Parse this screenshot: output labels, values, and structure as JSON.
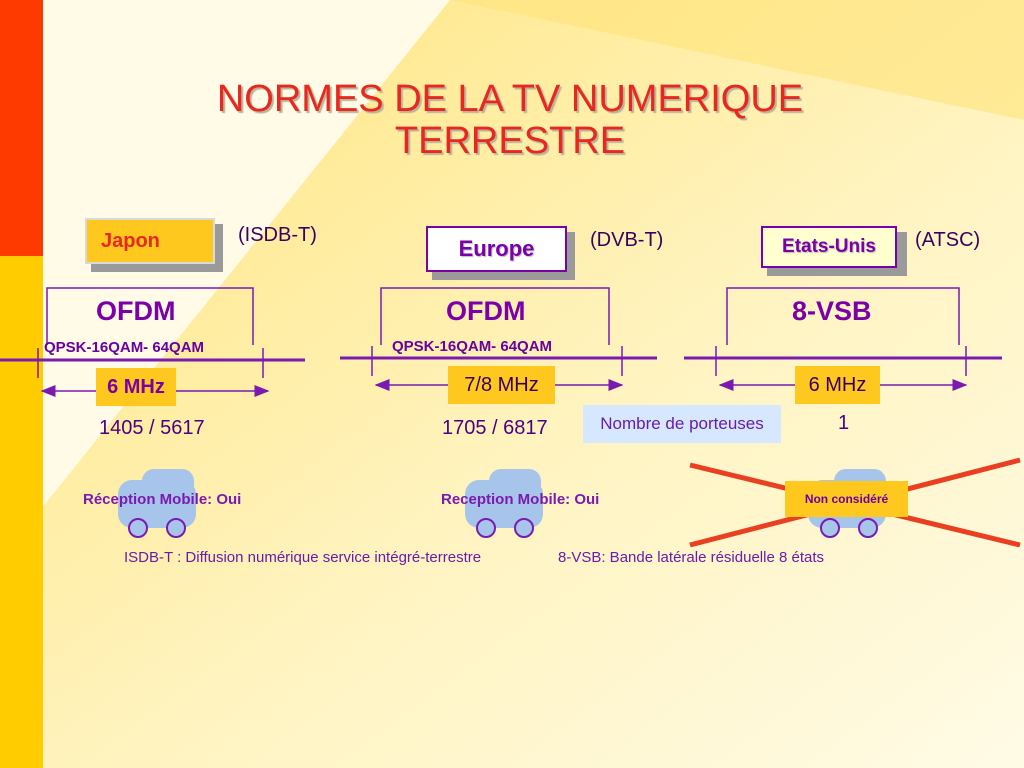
{
  "title": {
    "line1": "NORMES DE LA TV NUMERIQUE",
    "line2": "TERRESTRE"
  },
  "columns": [
    {
      "region": "Japon",
      "standard": "(ISDB-T)",
      "modulation": "OFDM",
      "constellation": "QPSK-16QAM- 64QAM",
      "bandwidth": "6 MHz",
      "carriers": "1405 / 5617",
      "mobile": "Réception Mobile: Oui"
    },
    {
      "region": "Europe",
      "standard": "(DVB-T)",
      "modulation": "OFDM",
      "constellation": "QPSK-16QAM- 64QAM",
      "bandwidth": "7/8 MHz",
      "carriers": "1705 / 6817",
      "mobile": "Reception Mobile: Oui"
    },
    {
      "region": "Etats-Unis",
      "standard": "(ATSC)",
      "modulation": "8-VSB",
      "bandwidth": "6 MHz",
      "carriers": "1",
      "mobile": "Non considéré"
    }
  ],
  "carriers_label": "Nombre de porteuses",
  "footnotes": {
    "isdb": "ISDB-T :  Diffusion numérique service intégré-terrestre",
    "vsb": "8-VSB:  Bande latérale résiduelle 8 états"
  },
  "colors": {
    "title": "#e8281e",
    "accent_bar_red": "#ff3a00",
    "accent_bar_yellow": "#ffcc00",
    "cross": "#e84020",
    "purple": "#7a00a8"
  }
}
